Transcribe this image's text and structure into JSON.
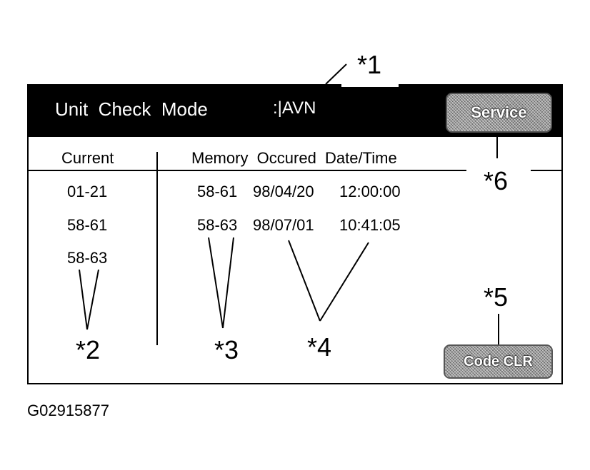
{
  "header": {
    "title": "Unit  Check  Mode",
    "mode_value": ":|AVN",
    "service_button": "Service"
  },
  "columns": {
    "current": "Current",
    "memory": "Memory  Occured  Date/Time"
  },
  "current_codes": [
    "01-21",
    "58-61",
    "58-63"
  ],
  "memory_rows": [
    {
      "code": "58-61",
      "date": "98/04/20",
      "time": "12:00:00"
    },
    {
      "code": "58-63",
      "date": "98/07/01",
      "time": "10:41:05"
    }
  ],
  "code_clr_button": "Code CLR",
  "callouts": {
    "c1": "*1",
    "c2": "*2",
    "c3": "*3",
    "c4": "*4",
    "c5": "*5",
    "c6": "*6"
  },
  "figure_id": "G02915877"
}
